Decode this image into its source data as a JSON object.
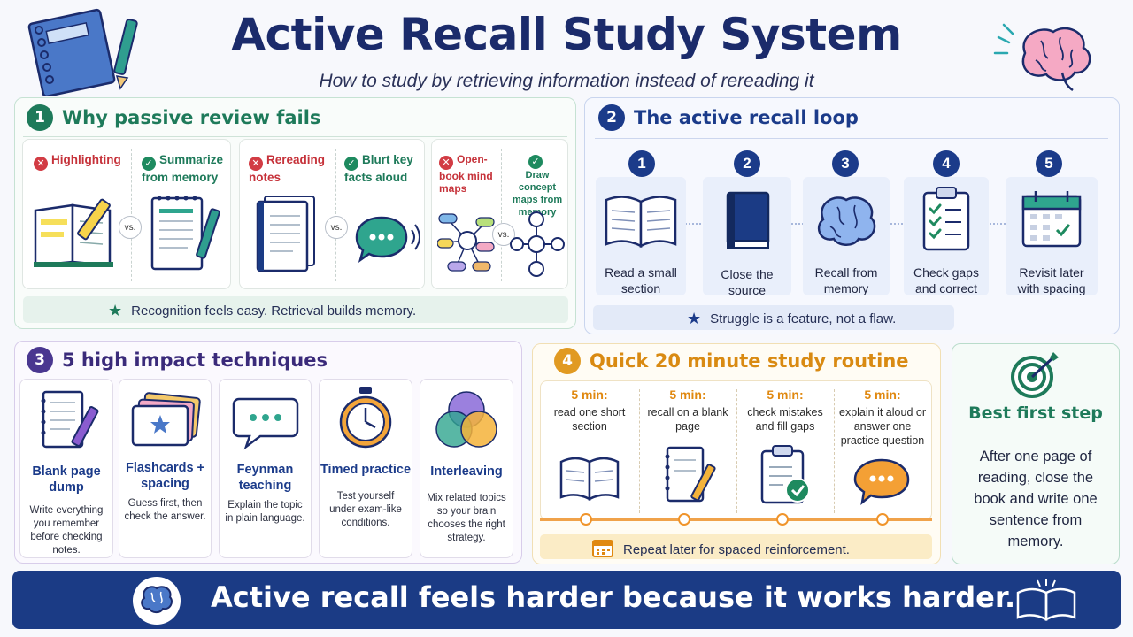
{
  "header": {
    "title": "Active Recall Study System",
    "subtitle": "How to study by retrieving information instead of rereading it"
  },
  "section1": {
    "number": "1",
    "title": "Why passive review fails",
    "comparisons": [
      {
        "bad": "Highlighting",
        "good": "Summarize from memory",
        "vs": "vs."
      },
      {
        "bad": "Rereading notes",
        "good": "Blurt key facts aloud",
        "vs": "vs."
      },
      {
        "bad": "Open-book mind maps",
        "good": "Draw concept maps from memory",
        "vs": "vs."
      }
    ],
    "note": "Recognition feels easy. Retrieval builds memory."
  },
  "section2": {
    "number": "2",
    "title": "The active recall loop",
    "steps": [
      {
        "n": "1",
        "label": "Read a small section"
      },
      {
        "n": "2",
        "label": "Close the source"
      },
      {
        "n": "3",
        "label": "Recall from memory"
      },
      {
        "n": "4",
        "label": "Check gaps and correct"
      },
      {
        "n": "5",
        "label": "Revisit later with spacing"
      }
    ],
    "note": "Struggle is a feature, not a flaw."
  },
  "section3": {
    "number": "3",
    "title": "5 high impact  techniques",
    "techniques": [
      {
        "name": "Blank page dump",
        "desc": "Write everything you remember before checking notes."
      },
      {
        "name": "Flashcards + spacing",
        "desc": "Guess first, then check the answer."
      },
      {
        "name": "Feynman teaching",
        "desc": "Explain the topic in plain language."
      },
      {
        "name": "Timed practice",
        "desc": "Test yourself under exam-like conditions."
      },
      {
        "name": "Interleaving",
        "desc": "Mix related topics so your brain chooses the right strategy."
      }
    ]
  },
  "section4": {
    "number": "4",
    "title": "Quick 20 minute study routine",
    "blocks": [
      {
        "time": "5 min:",
        "desc": "read one short section"
      },
      {
        "time": "5 min:",
        "desc": "recall on a blank page"
      },
      {
        "time": "5 min:",
        "desc": "check mistakes and fill gaps"
      },
      {
        "time": "5 min:",
        "desc": "explain it aloud or answer one practice question"
      }
    ],
    "note": "Repeat later for spaced reinforcement."
  },
  "section5": {
    "title": "Best first step",
    "desc": "After one page of reading, close the book and write one sentence from memory."
  },
  "footer": {
    "banner": "Active recall feels harder because it works harder."
  },
  "colors": {
    "navy": "#1b3b85",
    "green": "#1e7a5a",
    "purple": "#4a3790",
    "orange": "#e19a22",
    "red": "#d23c44"
  }
}
